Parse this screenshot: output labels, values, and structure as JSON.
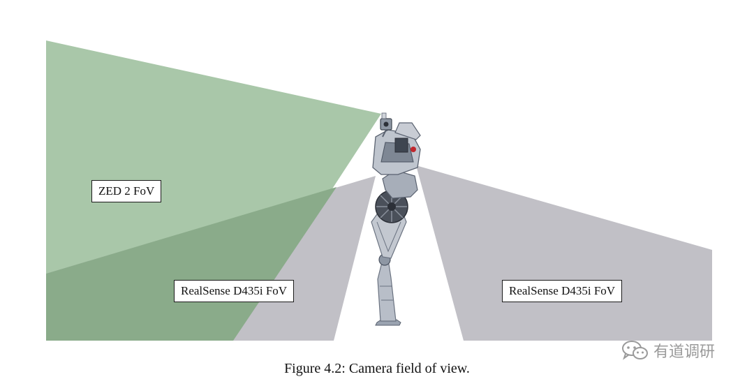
{
  "labels": {
    "zed": "ZED 2 FoV",
    "realsense_left": "RealSense D435i FoV",
    "realsense_right": "RealSense D435i FoV"
  },
  "caption": "Figure 4.2: Camera field of view.",
  "watermark": {
    "text": "有道调研",
    "icon": "wechat-icon"
  },
  "colors": {
    "zed_fov": "#a9c7a9",
    "realsense_fov": "#c1c0c6",
    "overlap": "#8aab8a",
    "robot_frame": "#9aa3b0",
    "robot_dark": "#3e4550"
  }
}
